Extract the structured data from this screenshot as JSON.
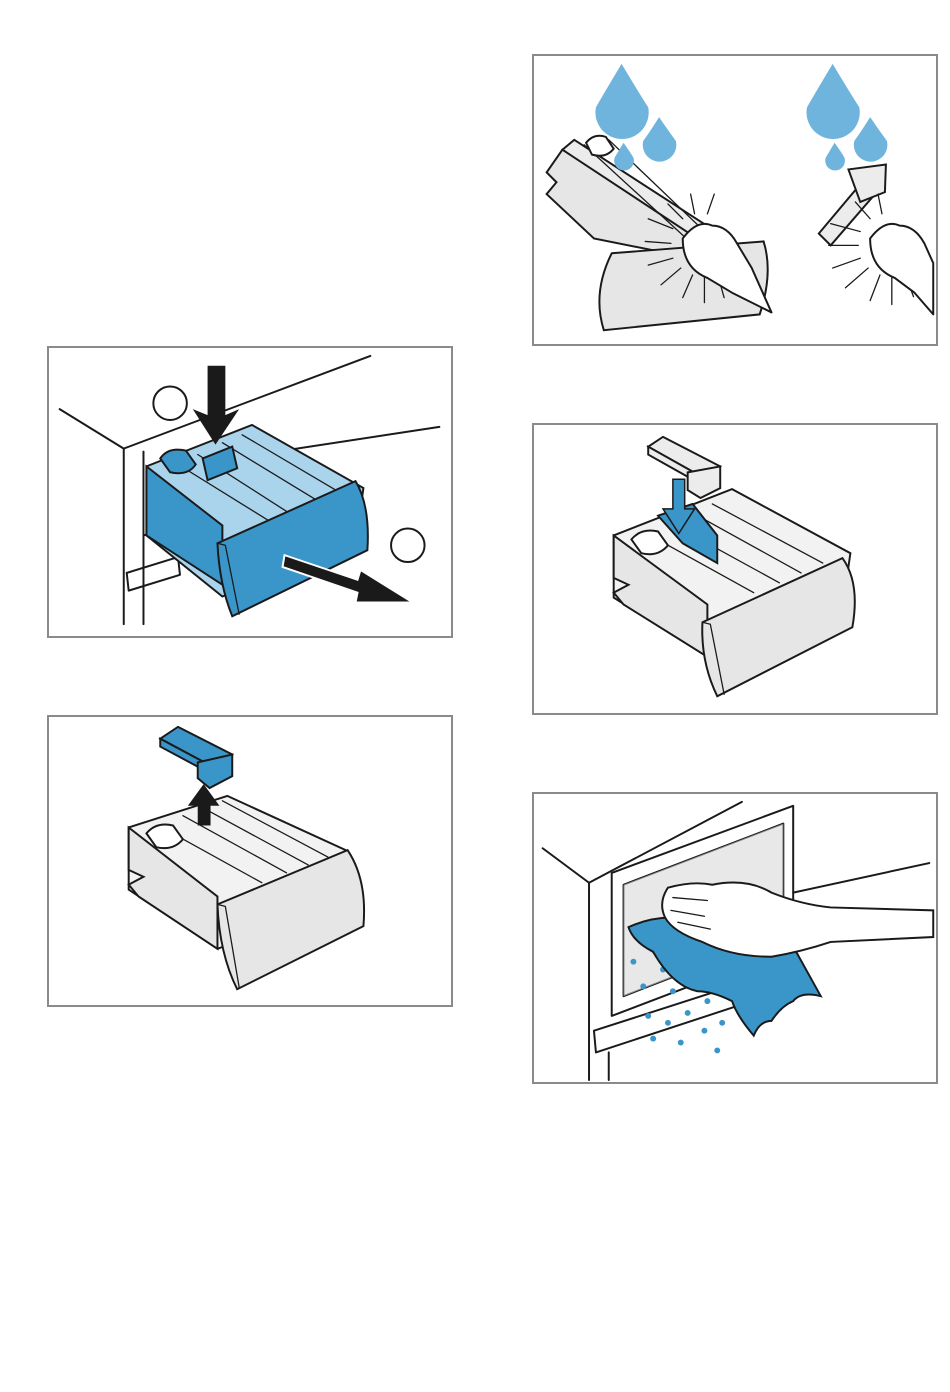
{
  "colors": {
    "accent_blue": "#3a95c8",
    "light_blue": "#a9d4ec",
    "water_blue": "#6fb4dc",
    "tray_grey": "#e6e6e6",
    "frame": "#8a8a8a",
    "arrow": "#1a1a1a"
  },
  "figures": [
    {
      "id": "remove-drawer",
      "icons": [
        "press-down-arrow-icon",
        "pull-out-arrow-icon",
        "step-circle-1-icon",
        "step-circle-2-icon"
      ]
    },
    {
      "id": "remove-insert",
      "icons": [
        "lift-up-arrow-icon"
      ]
    },
    {
      "id": "clean-parts",
      "icons": [
        "water-drop-icon",
        "brush-icon"
      ]
    },
    {
      "id": "refit-insert",
      "icons": [
        "push-down-arrow-icon"
      ]
    },
    {
      "id": "wipe-compartment",
      "icons": [
        "cloth-icon",
        "hand-icon"
      ]
    }
  ]
}
